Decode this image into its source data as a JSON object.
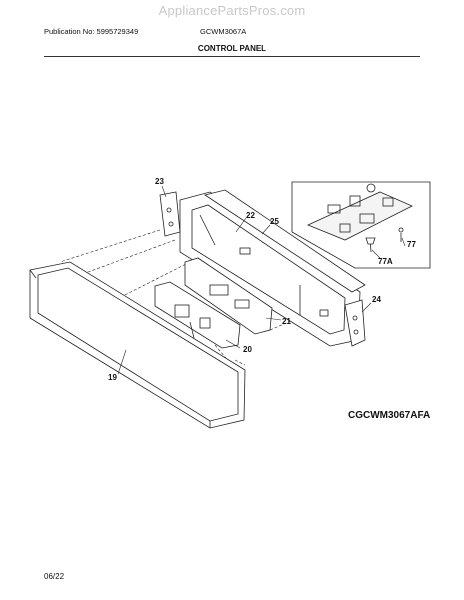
{
  "header": {
    "watermark": "AppliancePartsPros.com",
    "publication": "Publication No: 5995729349",
    "model": "GCWM3067A",
    "section_title": "CONTROL PANEL"
  },
  "diagram": {
    "figure_code": "CGCWM3067AFA",
    "callouts": {
      "p19": "19",
      "p20": "20",
      "p21": "21",
      "p22": "22",
      "p23": "23",
      "p24": "24",
      "p25": "25",
      "p77": "77",
      "p77a": "77A"
    }
  },
  "footer": {
    "date": "06/22"
  }
}
